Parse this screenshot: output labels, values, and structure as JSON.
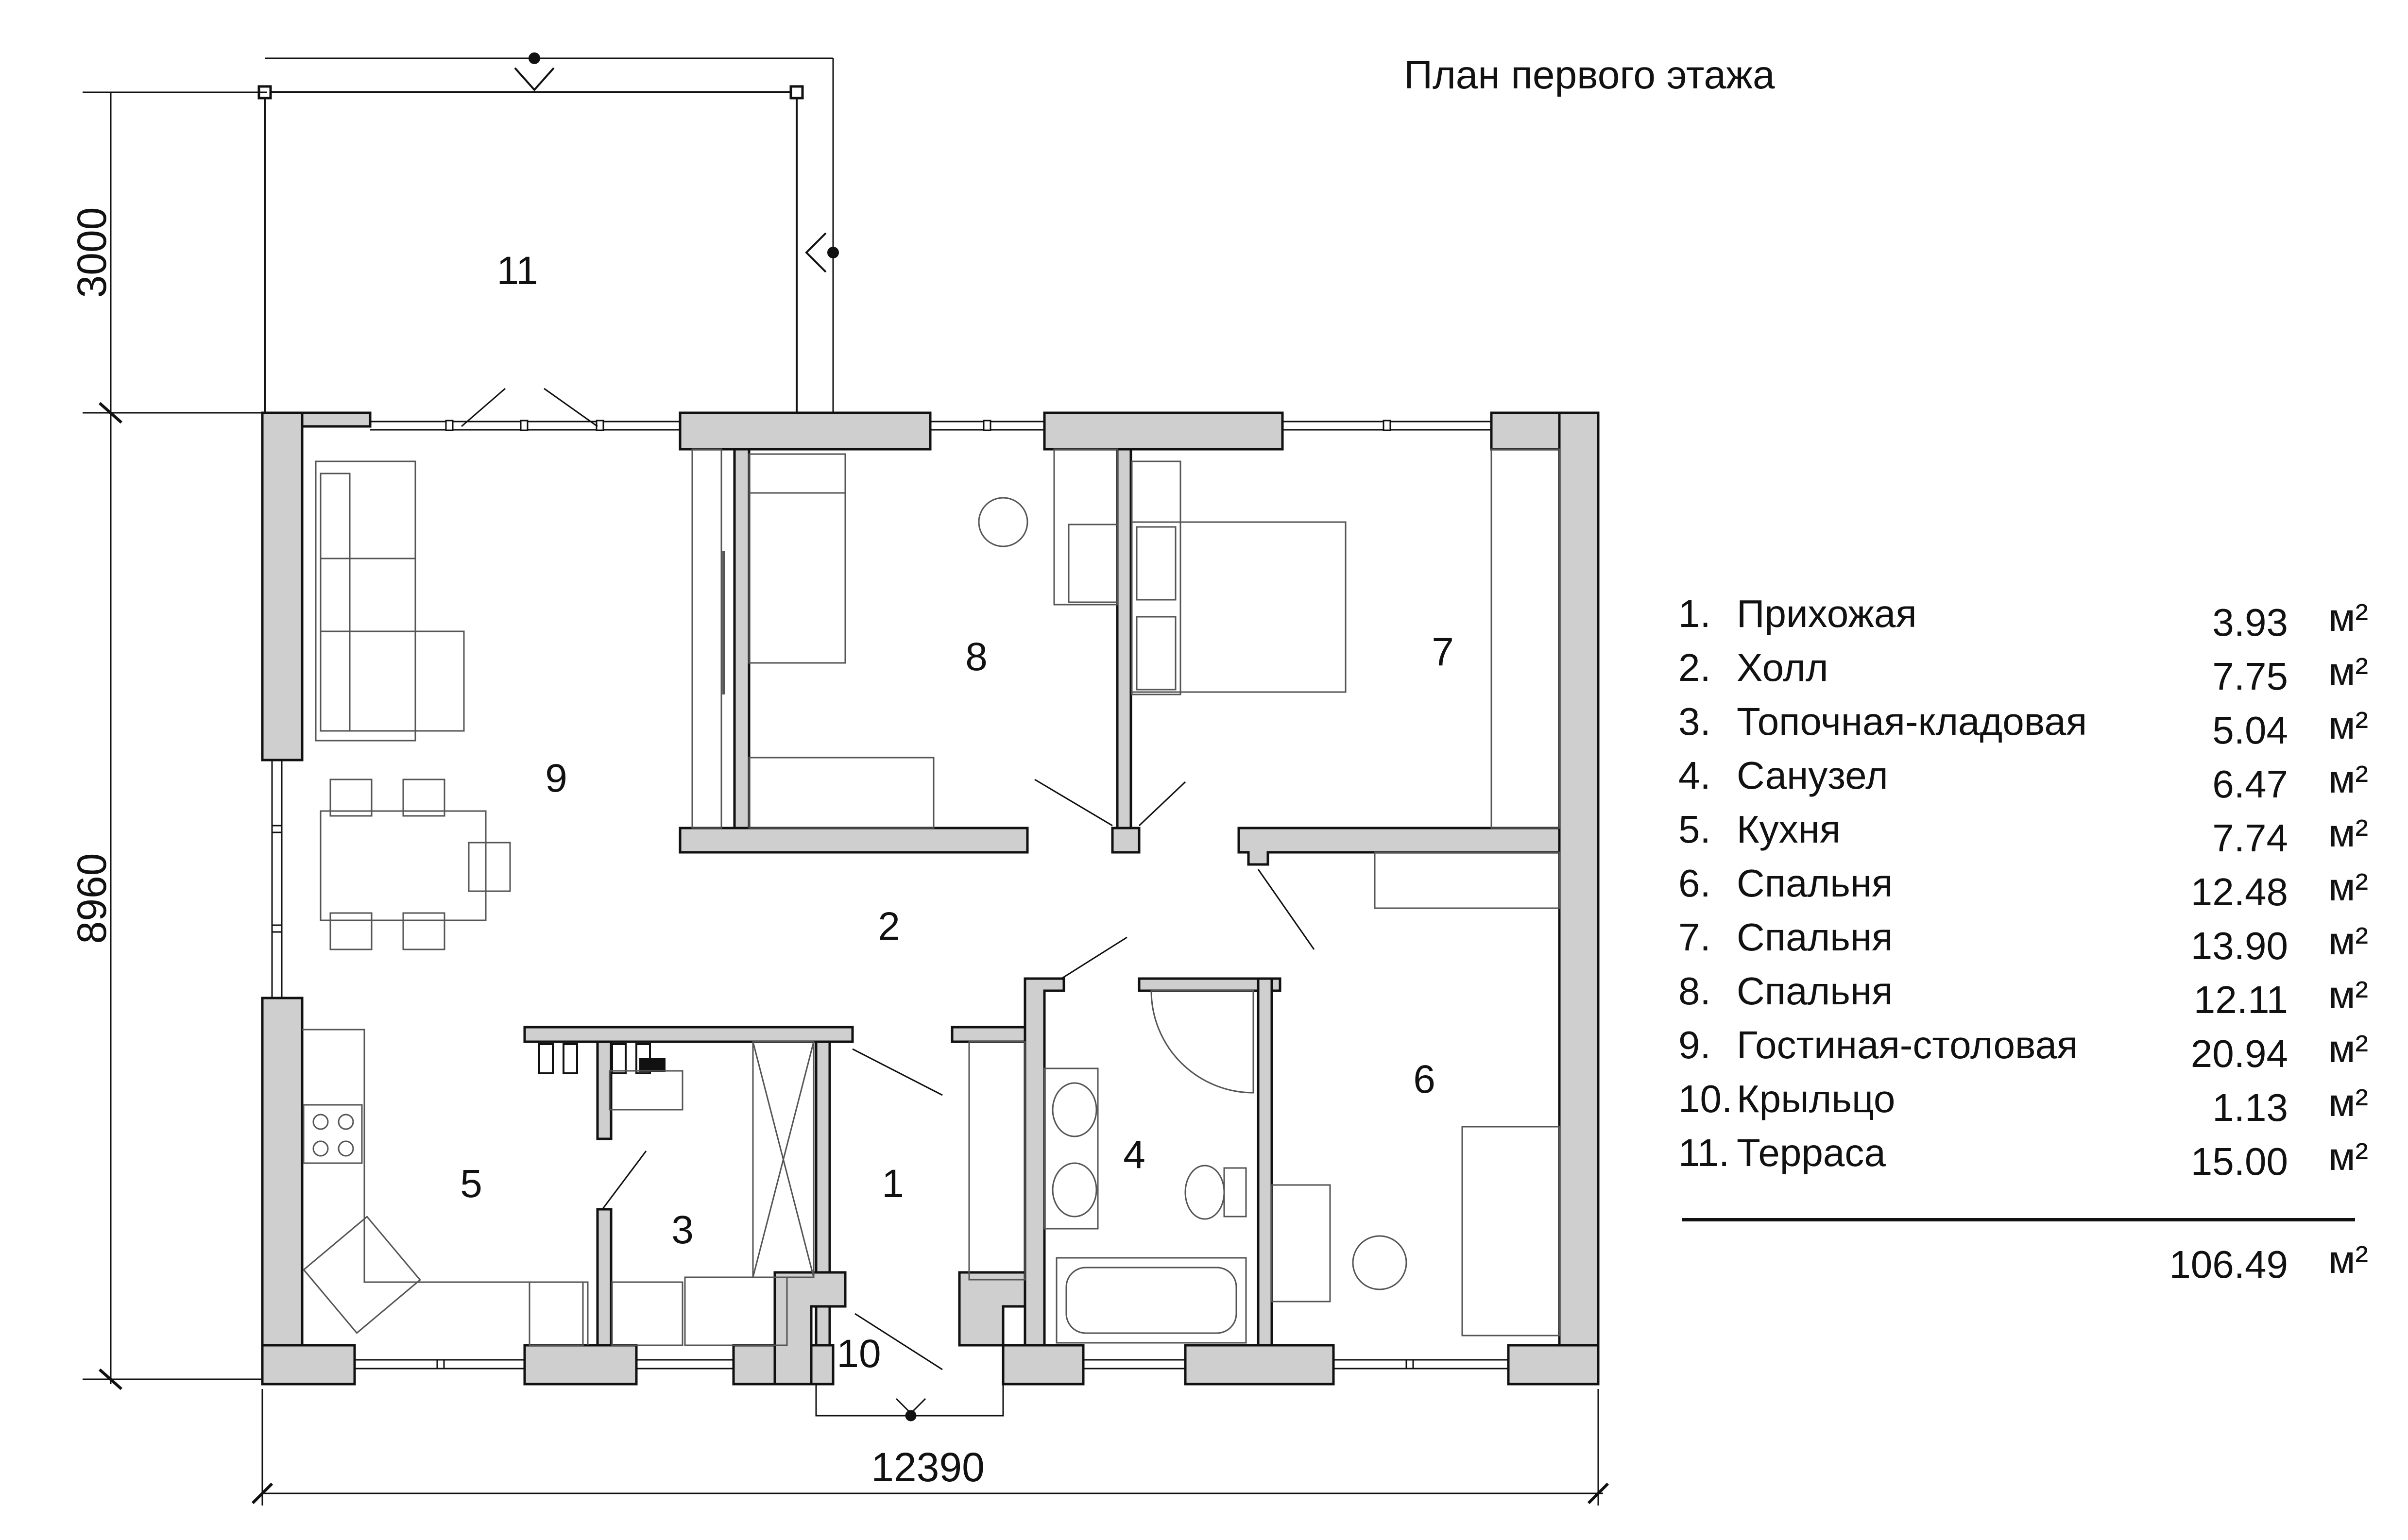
{
  "title": "План первого этажа",
  "dimensions": {
    "terrace_depth": "3000",
    "house_depth": "8960",
    "house_width": "12390"
  },
  "rooms_on_plan": [
    "1",
    "2",
    "3",
    "4",
    "5",
    "6",
    "7",
    "8",
    "9",
    "10",
    "11"
  ],
  "legend": [
    {
      "num": "1.",
      "name": "Прихожая",
      "area": "3.93",
      "unit": "м²"
    },
    {
      "num": "2.",
      "name": "Холл",
      "area": "7.75",
      "unit": "м²"
    },
    {
      "num": "3.",
      "name": "Топочная-кладовая",
      "area": "5.04",
      "unit": "м²"
    },
    {
      "num": "4.",
      "name": "Санузел",
      "area": "6.47",
      "unit": "м²"
    },
    {
      "num": "5.",
      "name": "Кухня",
      "area": "7.74",
      "unit": "м²"
    },
    {
      "num": "6.",
      "name": "Спальня",
      "area": "12.48",
      "unit": "м²"
    },
    {
      "num": "7.",
      "name": "Спальня",
      "area": "13.90",
      "unit": "м²"
    },
    {
      "num": "8.",
      "name": "Спальня",
      "area": "12.11",
      "unit": "м²"
    },
    {
      "num": "9.",
      "name": "Гостиная-столовая",
      "area": "20.94",
      "unit": "м²"
    },
    {
      "num": "10.",
      "name": "Крыльцо",
      "area": "1.13",
      "unit": "м²"
    },
    {
      "num": "11.",
      "name": "Терраса",
      "area": "15.00",
      "unit": "м²"
    }
  ],
  "total": {
    "area": "106.49",
    "unit": "м²"
  },
  "colors": {
    "wall_fill": "#cfcfcf",
    "line": "#111111",
    "furniture": "#444444"
  }
}
